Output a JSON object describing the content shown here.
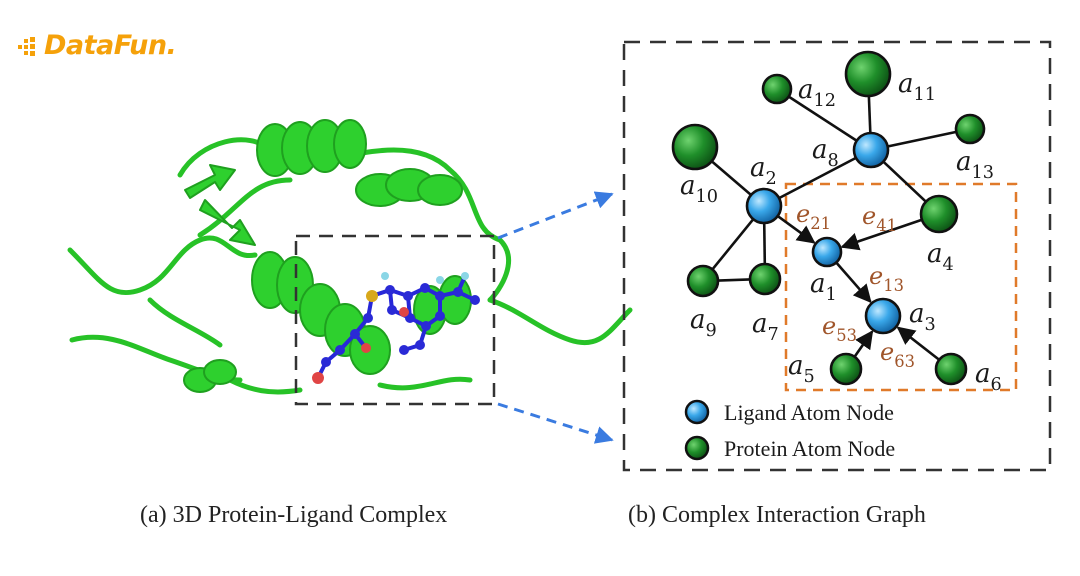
{
  "logo": {
    "text": "DataFun.",
    "color": "#f5a10a"
  },
  "captions": {
    "a": "(a) 3D Protein-Ligand Complex",
    "b": "(b) Complex Interaction Graph"
  },
  "colors": {
    "ligand": "#2a9ee0",
    "protein": "#1e8a2a",
    "protein_ribbon": "#2ecc2e",
    "highlight_box": "#e07a2a",
    "zoom_arrows": "#3a7be0"
  },
  "nodes": [
    {
      "id": "a1",
      "type": "ligand",
      "sub": "1"
    },
    {
      "id": "a2",
      "type": "ligand",
      "sub": "2"
    },
    {
      "id": "a3",
      "type": "ligand",
      "sub": "3"
    },
    {
      "id": "a8",
      "type": "ligand",
      "sub": "8"
    },
    {
      "id": "a4",
      "type": "protein",
      "sub": "4"
    },
    {
      "id": "a5",
      "type": "protein",
      "sub": "5"
    },
    {
      "id": "a6",
      "type": "protein",
      "sub": "6"
    },
    {
      "id": "a7",
      "type": "protein",
      "sub": "7"
    },
    {
      "id": "a9",
      "type": "protein",
      "sub": "9"
    },
    {
      "id": "a10",
      "type": "protein",
      "sub": "10"
    },
    {
      "id": "a11",
      "type": "protein",
      "sub": "11"
    },
    {
      "id": "a12",
      "type": "protein",
      "sub": "12"
    },
    {
      "id": "a13",
      "type": "protein",
      "sub": "13"
    }
  ],
  "edges": [
    {
      "from": "a2",
      "to": "a1",
      "directed": true,
      "sub": "21"
    },
    {
      "from": "a4",
      "to": "a1",
      "directed": true,
      "sub": "41"
    },
    {
      "from": "a1",
      "to": "a3",
      "directed": true,
      "sub": "13"
    },
    {
      "from": "a5",
      "to": "a3",
      "directed": true,
      "sub": "53"
    },
    {
      "from": "a6",
      "to": "a3",
      "directed": true,
      "sub": "63"
    },
    {
      "from": "a2",
      "to": "a8",
      "directed": false
    },
    {
      "from": "a2",
      "to": "a10",
      "directed": false
    },
    {
      "from": "a2",
      "to": "a9",
      "directed": false
    },
    {
      "from": "a2",
      "to": "a7",
      "directed": false
    },
    {
      "from": "a9",
      "to": "a7",
      "directed": false
    },
    {
      "from": "a8",
      "to": "a11",
      "directed": false
    },
    {
      "from": "a8",
      "to": "a12",
      "directed": false
    },
    {
      "from": "a8",
      "to": "a13",
      "directed": false
    },
    {
      "from": "a8",
      "to": "a4",
      "directed": false
    }
  ],
  "legend": [
    {
      "type": "ligand",
      "label": "Ligand Atom Node"
    },
    {
      "type": "protein",
      "label": "Protein Atom Node"
    }
  ]
}
